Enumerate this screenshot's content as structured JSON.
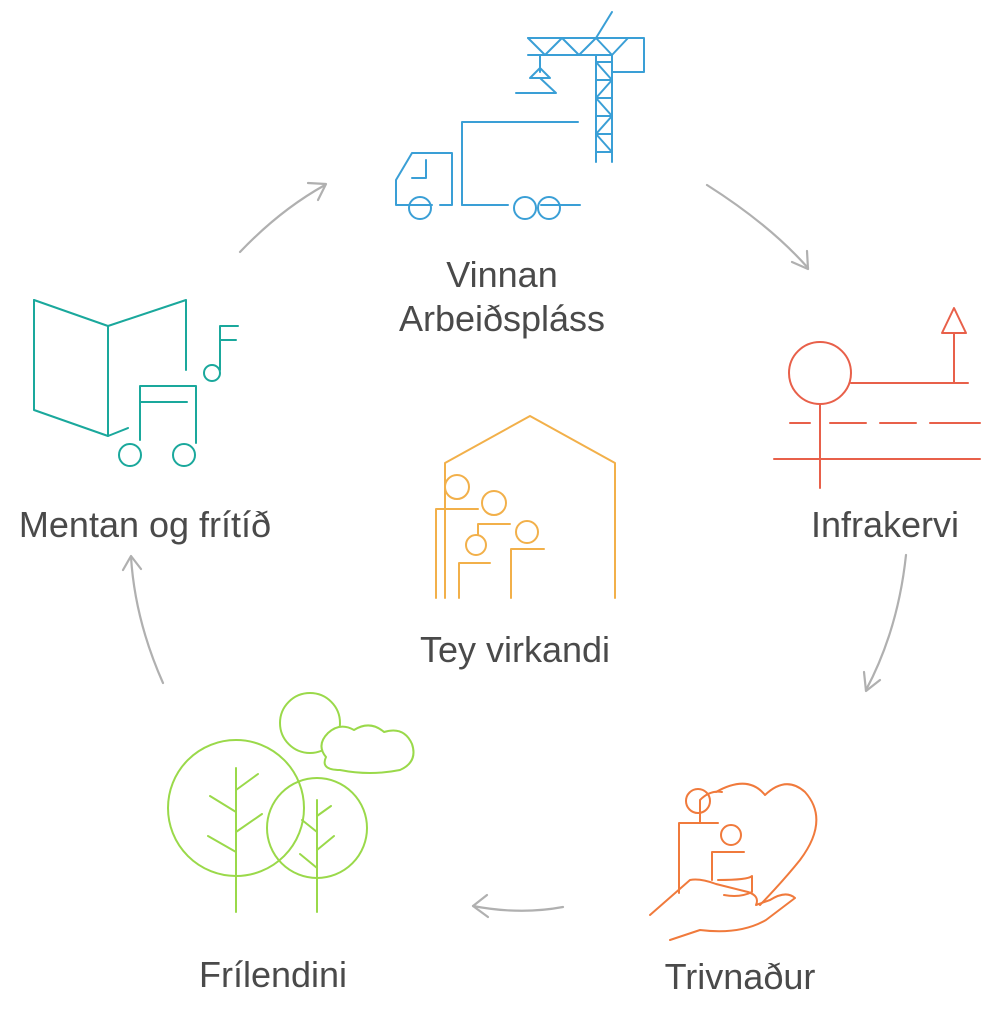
{
  "nodes": {
    "work": {
      "line1": "Vinnan",
      "line2": "Arbeiðspláss",
      "icon": "construction-truck-crane-icon",
      "color": "#3a9fd6"
    },
    "infrastructure": {
      "label": "Infrakervi",
      "icon": "road-map-icon",
      "color": "#e8604a"
    },
    "wellbeing": {
      "label": "Trivnaður",
      "icon": "family-heart-hand-icon",
      "color": "#f07a3c"
    },
    "nature": {
      "label": "Frílendini",
      "icon": "trees-clouds-icon",
      "color": "#9ad94a"
    },
    "education": {
      "label": "Mentan og frítíð",
      "icon": "book-music-icon",
      "color": "#1aa89c"
    },
    "center": {
      "label": "Tey virkandi",
      "icon": "family-house-icon",
      "color": "#f2b04a"
    }
  },
  "arrow_color": "#b0b0b0"
}
